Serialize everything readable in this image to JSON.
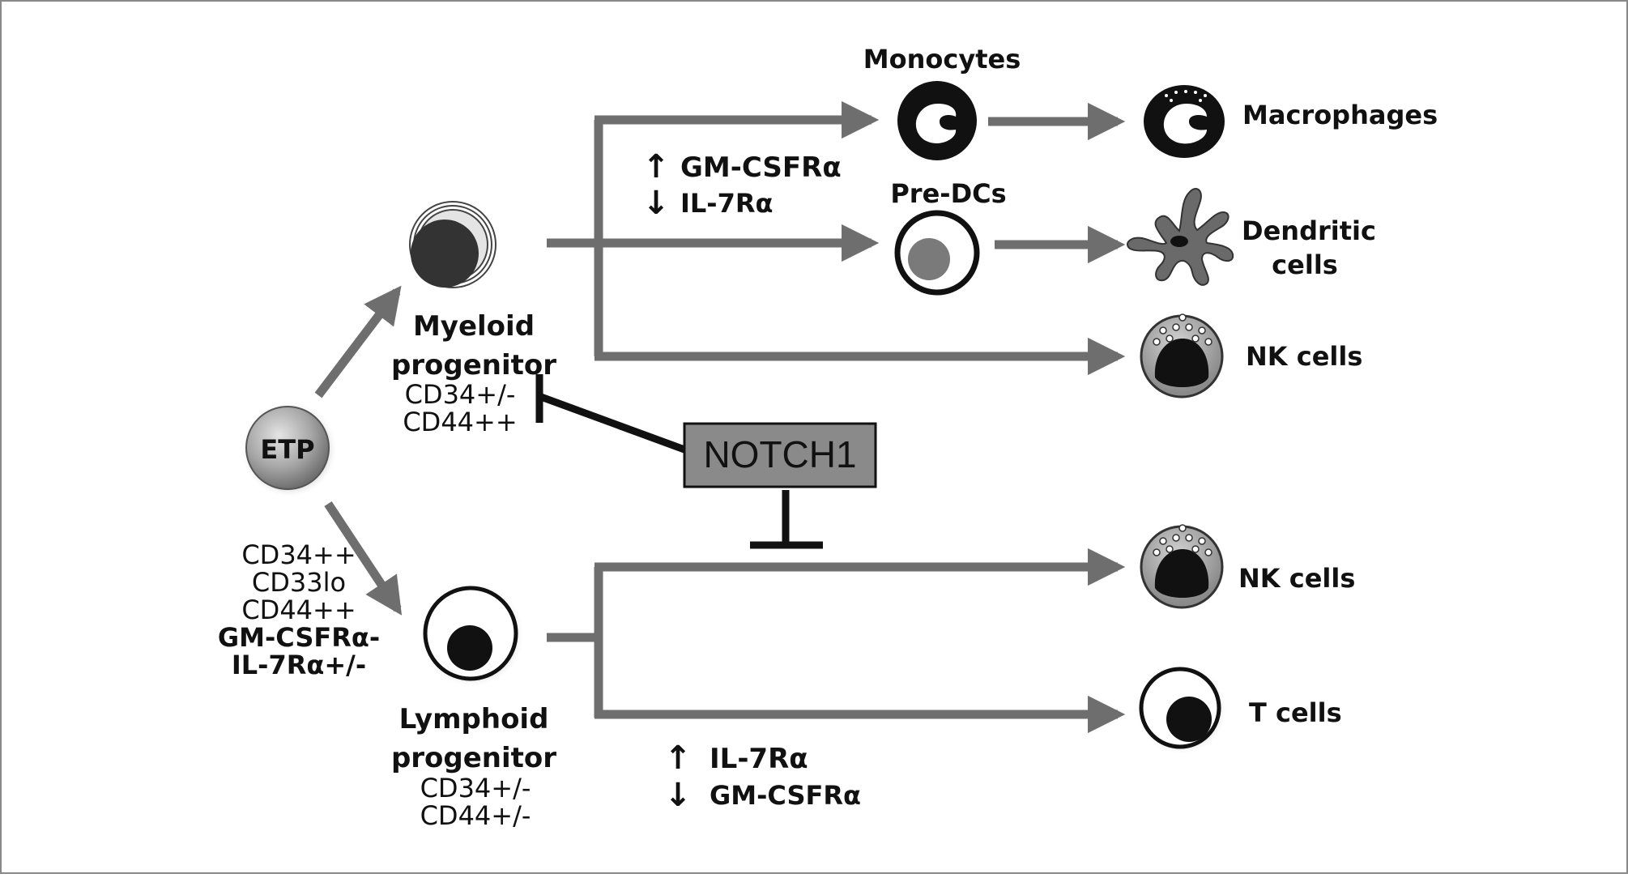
{
  "nodes": {
    "etp": "ETP",
    "myeloid_progenitor": [
      "Myeloid",
      "progenitor"
    ],
    "myeloid_markers": [
      "CD34+/-",
      "CD44++"
    ],
    "lymphoid_progenitor": [
      "Lymphoid",
      "progenitor"
    ],
    "lymphoid_markers": [
      "CD34+/-",
      "CD44+/-"
    ],
    "etp_markers": [
      "CD34++",
      "CD33lo",
      "CD44++",
      "GM-CSFRα-",
      "IL-7Rα+/-"
    ],
    "monocytes": "Monocytes",
    "pre_dcs": "Pre-DCs",
    "macrophages": "Macrophages",
    "dendritic_cells": [
      "Dendritic",
      "cells"
    ],
    "nk_cells_myeloid": "NK cells",
    "nk_cells_lymphoid": "NK cells",
    "t_cells": "T cells",
    "notch1": "NOTCH1"
  },
  "myeloid_regulation": {
    "up": "GM-CSFRα",
    "down": "IL-7Rα"
  },
  "lymphoid_regulation": {
    "up": "IL-7Rα",
    "down": "GM-CSFRα"
  },
  "symbols": {
    "up_arrow": "↑",
    "down_arrow": "↓"
  },
  "colors": {
    "arrow": "#6e6e6e",
    "inhibit": "#111111",
    "notch_box": "#8a8a8a",
    "cell_dark": "#111111",
    "cell_gray": "#a9a9a9"
  }
}
